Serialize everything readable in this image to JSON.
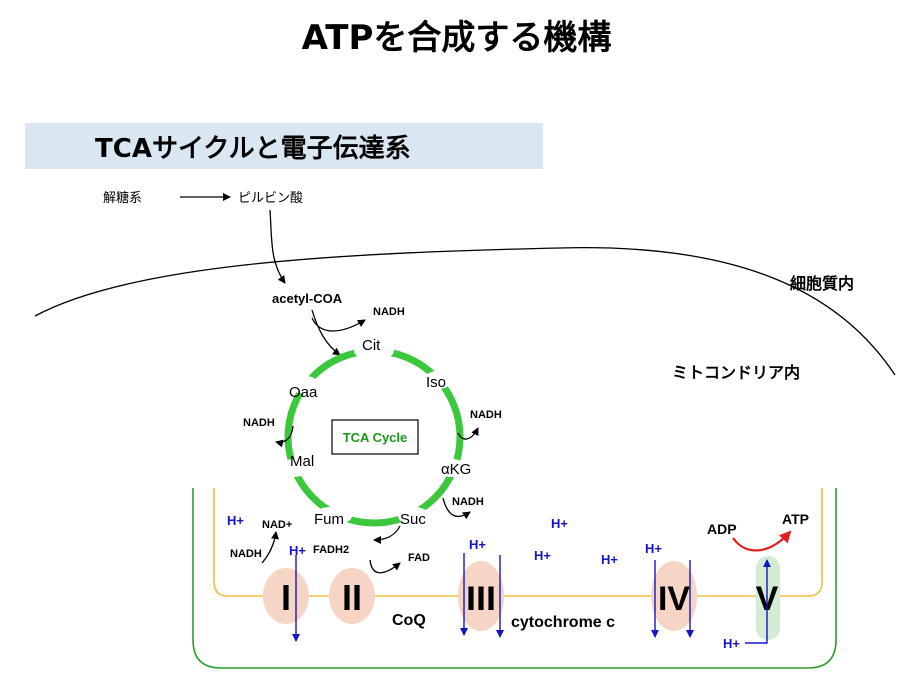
{
  "title": "ATPを合成する機構",
  "subtitle": "TCAサイクルと電子伝達系",
  "glycolysis": "解糖系",
  "pyruvate": "ピルビン酸",
  "cytoplasm": "細胞質内",
  "mitochondria": "ミトコンドリア内",
  "acetyl": "acetyl-COA",
  "cycle_label": "TCA Cycle",
  "metabolites": {
    "cit": "Cit",
    "iso": "Iso",
    "akg": "αKG",
    "suc": "Suc",
    "fum": "Fum",
    "mal": "Mal",
    "oaa": "Oaa"
  },
  "nadh": "NADH",
  "nad_plus": "NAD+",
  "fadh2": "FADH2",
  "fad": "FAD",
  "h_plus": "H+",
  "complexes": {
    "c1": "I",
    "c2": "II",
    "c3": "III",
    "c4": "IV",
    "c5": "V"
  },
  "coq": "CoQ",
  "cytc": "cytochrome c",
  "adp": "ADP",
  "atp": "ATP",
  "colors": {
    "cycle": "#3cc83c",
    "proton": "#1515c8",
    "membrane": "#f0c040",
    "outer": "#2aa02a",
    "complex": "#f6d5c4",
    "atp_arrow": "#e02020",
    "box": "#dbe6f3"
  }
}
